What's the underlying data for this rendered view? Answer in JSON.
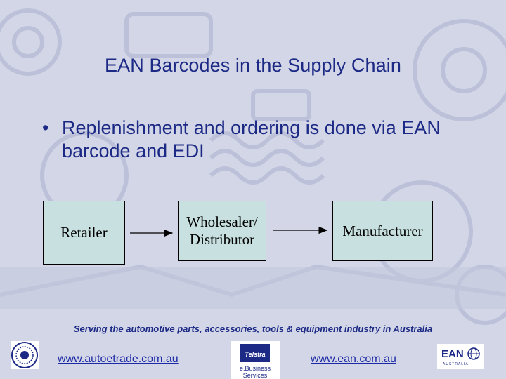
{
  "slide": {
    "title": "EAN Barcodes in the Supply Chain",
    "bullet_symbol": "•",
    "bullet_text": "Replenishment and ordering is done via EAN barcode and EDI"
  },
  "flow": {
    "boxes": [
      {
        "label": "Retailer"
      },
      {
        "label": "Wholesaler/ Distributor"
      },
      {
        "label": "Manufacturer"
      }
    ]
  },
  "footer": {
    "tagline": "Serving the automotive parts, accessories, tools & equipment industry in Australia",
    "link_autoetrade": "www.autoetrade.com.au",
    "link_ean": "www.ean.com.au",
    "telstra_logo": "Telstra",
    "telstra_sub": "e.Business Services",
    "ean_logo": "EAN",
    "ean_logo_sub": "AUSTRALIA"
  },
  "colors": {
    "background": "#d3d6e6",
    "text": "#1c2a86",
    "box_fill": "#c8e0e0"
  }
}
